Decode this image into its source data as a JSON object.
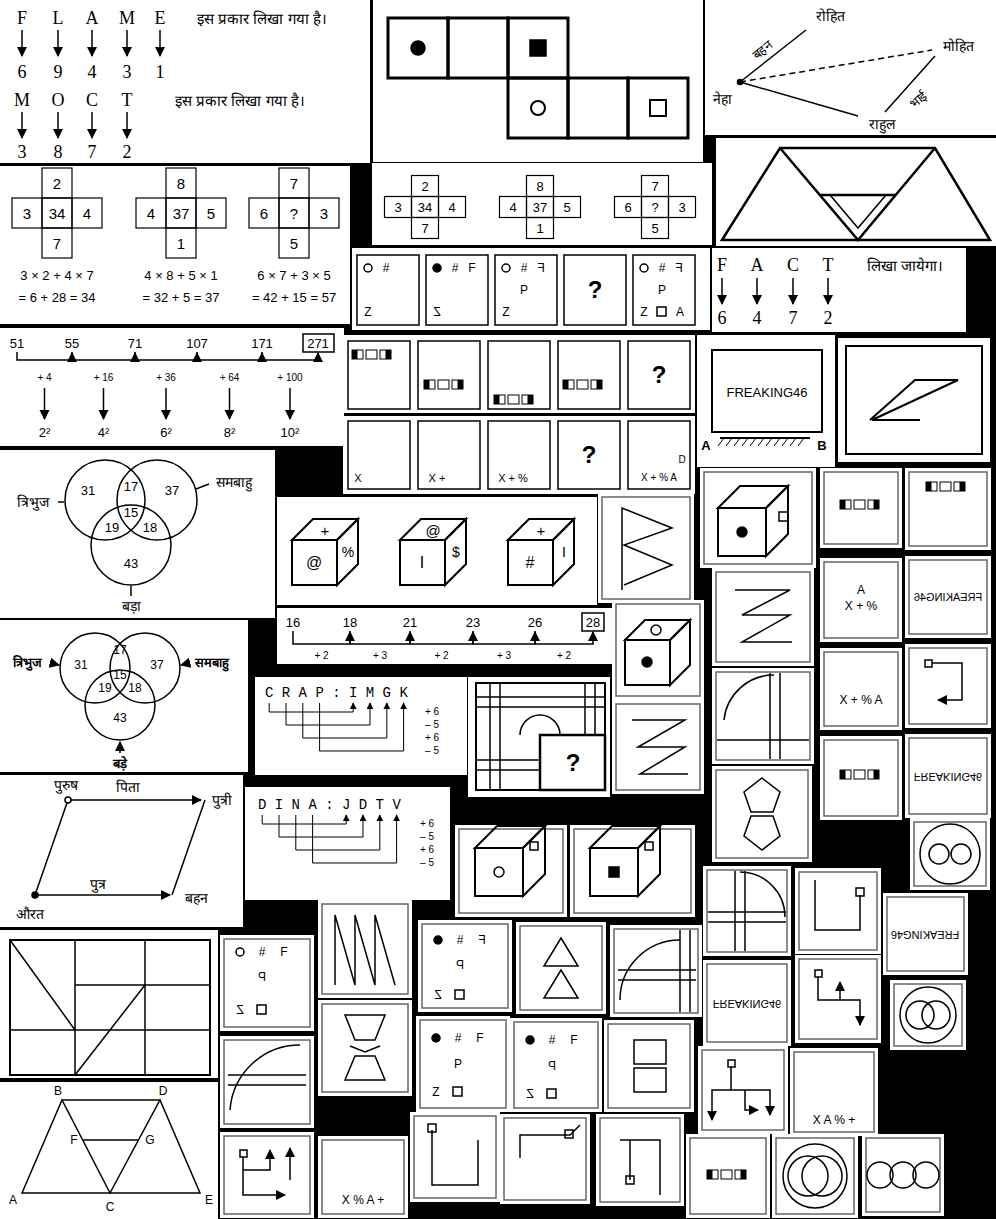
{
  "diagram": {
    "labels": [
      "F",
      "L",
      "A",
      "M",
      "E",
      "इस प्रकार लिखा गया है।",
      "6",
      "9",
      "4",
      "3",
      "1",
      "M",
      "O",
      "C",
      "T",
      "इस प्रकार लिखा गया है।",
      "3",
      "8",
      "7",
      "2",
      "रोहित",
      "मोहित",
      "बहन",
      "नेहा",
      "भाई",
      "राहुल",
      "2",
      "3",
      "34",
      "4",
      "7",
      "8",
      "4",
      "37",
      "5",
      "1",
      "7",
      "6",
      "?",
      "3",
      "5",
      "3 × 2 + 4 × 7",
      "= 6 + 28 = 34",
      "4 × 8 + 5 × 1",
      "= 32 + 5 = 37",
      "6 × 7 + 3 × 5",
      "= 42 + 15 = 57",
      "2",
      "3",
      "34",
      "4",
      "7",
      "8",
      "4",
      "37",
      "5",
      "1",
      "7",
      "6",
      "?",
      "3",
      "5",
      "#",
      "Z",
      "#",
      "F",
      "Z",
      "#",
      "F",
      "P",
      "Z",
      "?",
      "#",
      "F",
      "P",
      "Z",
      "A",
      "F",
      "A",
      "C",
      "T",
      "लिखा जायेगा।",
      "6",
      "4",
      "7",
      "2",
      "51",
      "55",
      "71",
      "107",
      "171",
      "271",
      "+ 4",
      "+ 16",
      "+ 36",
      "+ 64",
      "+ 100",
      "2²",
      "4²",
      "6²",
      "8²",
      "10²",
      "?",
      "X",
      "X +",
      "X + %",
      "?",
      "D",
      "X + % A",
      "FREAKING46",
      "A",
      "B",
      "त्रिभुज",
      "31",
      "17",
      "37",
      "समबाहु",
      "19",
      "15",
      "18",
      "43",
      "बड़ा",
      "त्रिभुज",
      "31",
      "17",
      "37",
      "समबाहु",
      "19",
      "15",
      "18",
      "43",
      "बड़े",
      "+",
      "@",
      "%",
      "@",
      "I",
      "$",
      "+",
      "#",
      "I",
      "16",
      "18",
      "21",
      "23",
      "26",
      "28",
      "+ 2",
      "+ 3",
      "+ 2",
      "+ 3",
      "+ 2",
      "C R A P : I M G K",
      "+ 6",
      "– 5",
      "+ 6",
      "– 5",
      "D I N A : J D T V",
      "+ 6",
      "– 5",
      "+ 6",
      "– 5",
      "?",
      "पुरुष",
      "पिता",
      "पुत्री",
      "औरत",
      "पुत्र",
      "बहन",
      "B",
      "D",
      "F",
      "G",
      "A",
      "C",
      "E",
      "A",
      "X + %",
      "FREAKING46",
      "X + % A",
      "FREAKING46",
      "FREAKING46",
      "FREAKING46",
      "#",
      "F",
      "P",
      "Z",
      "#",
      "F",
      "P",
      "Z",
      "#",
      "F",
      "P",
      "Z",
      "#",
      "F",
      "P",
      "Z",
      "X A % +",
      "X % A +"
    ]
  }
}
